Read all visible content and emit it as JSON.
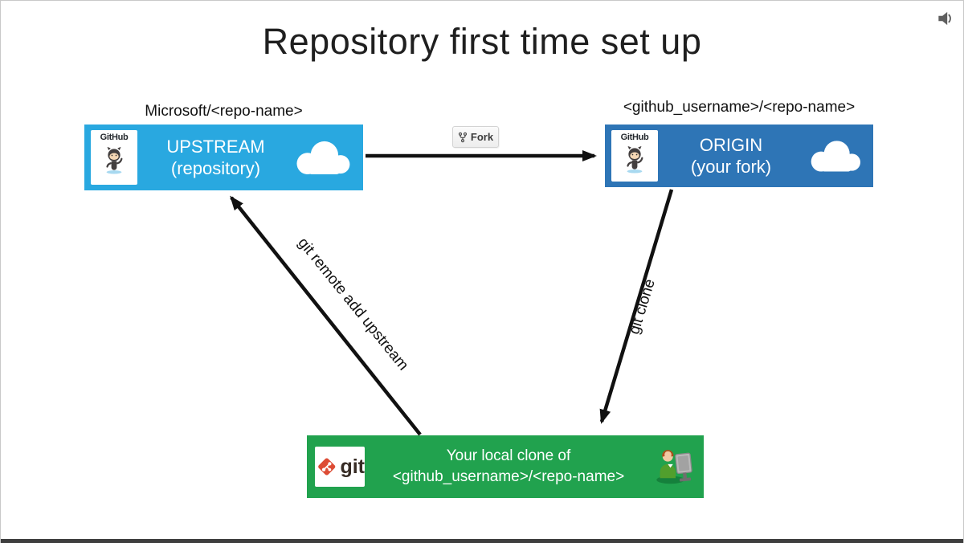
{
  "title": "Repository first time set up",
  "icons": {
    "audio": "speaker-icon",
    "fork": "fork-icon",
    "cloud": "cloud-icon",
    "github_badge": "octocat-logo",
    "git_badge": "git-logo",
    "person": "person-at-computer-icon"
  },
  "colors": {
    "upstream_blue": "#29A8E0",
    "origin_blue": "#2E75B6",
    "local_green": "#21A24E",
    "arrow_black": "#111111"
  },
  "nodes": {
    "upstream": {
      "caption": "Microsoft/<repo-name>",
      "title": "UPSTREAM",
      "subtitle": "(repository)",
      "badge": "GitHub"
    },
    "origin": {
      "caption": "<github_username>/<repo-name>",
      "title": "ORIGIN",
      "subtitle": "(your fork)",
      "badge": "GitHub"
    },
    "local": {
      "line1": "Your local clone of",
      "line2": "<github_username>/<repo-name>",
      "badge": "git"
    }
  },
  "edges": {
    "fork_label": "Fork",
    "clone_label": "git clone",
    "remote_label": "git remote add upstream"
  }
}
